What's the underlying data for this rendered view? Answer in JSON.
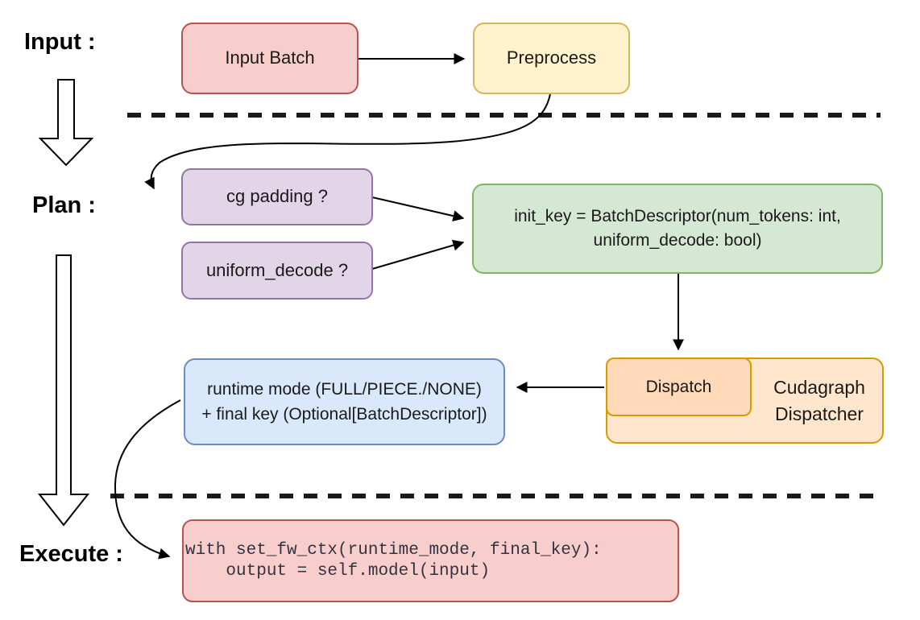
{
  "diagram": {
    "section_labels": {
      "input": "Input :",
      "plan": "Plan :",
      "execute": "Execute :"
    },
    "nodes": {
      "input_batch": {
        "label": "Input Batch"
      },
      "preprocess": {
        "label": "Preprocess"
      },
      "cg_padding": {
        "label": "cg padding ?"
      },
      "uniform_decode": {
        "label": "uniform_decode ?"
      },
      "init_key": {
        "line1": "init_key = BatchDescriptor(num_tokens: int,",
        "line2": "uniform_decode: bool)"
      },
      "dispatch": {
        "label": "Dispatch"
      },
      "cudagraph_dispatcher": {
        "line1": "Cudagraph",
        "line2": "Dispatcher"
      },
      "runtime_key": {
        "line1": "runtime mode (FULL/PIECE./NONE)",
        "line2": "+ final key (Optional[BatchDescriptor])"
      },
      "execute_code": {
        "line1": "with set_fw_ctx(runtime_mode, final_key):",
        "line2": "    output = self.model(input)"
      }
    },
    "edges": [
      {
        "from": "input_batch",
        "to": "preprocess"
      },
      {
        "from": "preprocess",
        "to": "cg_padding"
      },
      {
        "from": "cg_padding",
        "to": "init_key"
      },
      {
        "from": "uniform_decode",
        "to": "init_key"
      },
      {
        "from": "init_key",
        "to": "dispatch"
      },
      {
        "from": "dispatch",
        "to": "runtime_key"
      },
      {
        "from": "runtime_key",
        "to": "execute_code"
      }
    ],
    "colors": {
      "red_fill": "#f8cecc",
      "red_stroke": "#b85450",
      "yellow_fill": "#fff2cc",
      "yellow_stroke": "#d6b656",
      "purple_fill": "#e1d5e7",
      "purple_stroke": "#9673a6",
      "green_fill": "#d5e8d4",
      "green_stroke": "#82b366",
      "blue_fill": "#dae8fc",
      "blue_stroke": "#6c8ebf",
      "orange_fill": "#ffe6cc",
      "orange_inner_fill": "#ffd9b8",
      "orange_stroke": "#d79b00",
      "connector": "#000000"
    }
  }
}
